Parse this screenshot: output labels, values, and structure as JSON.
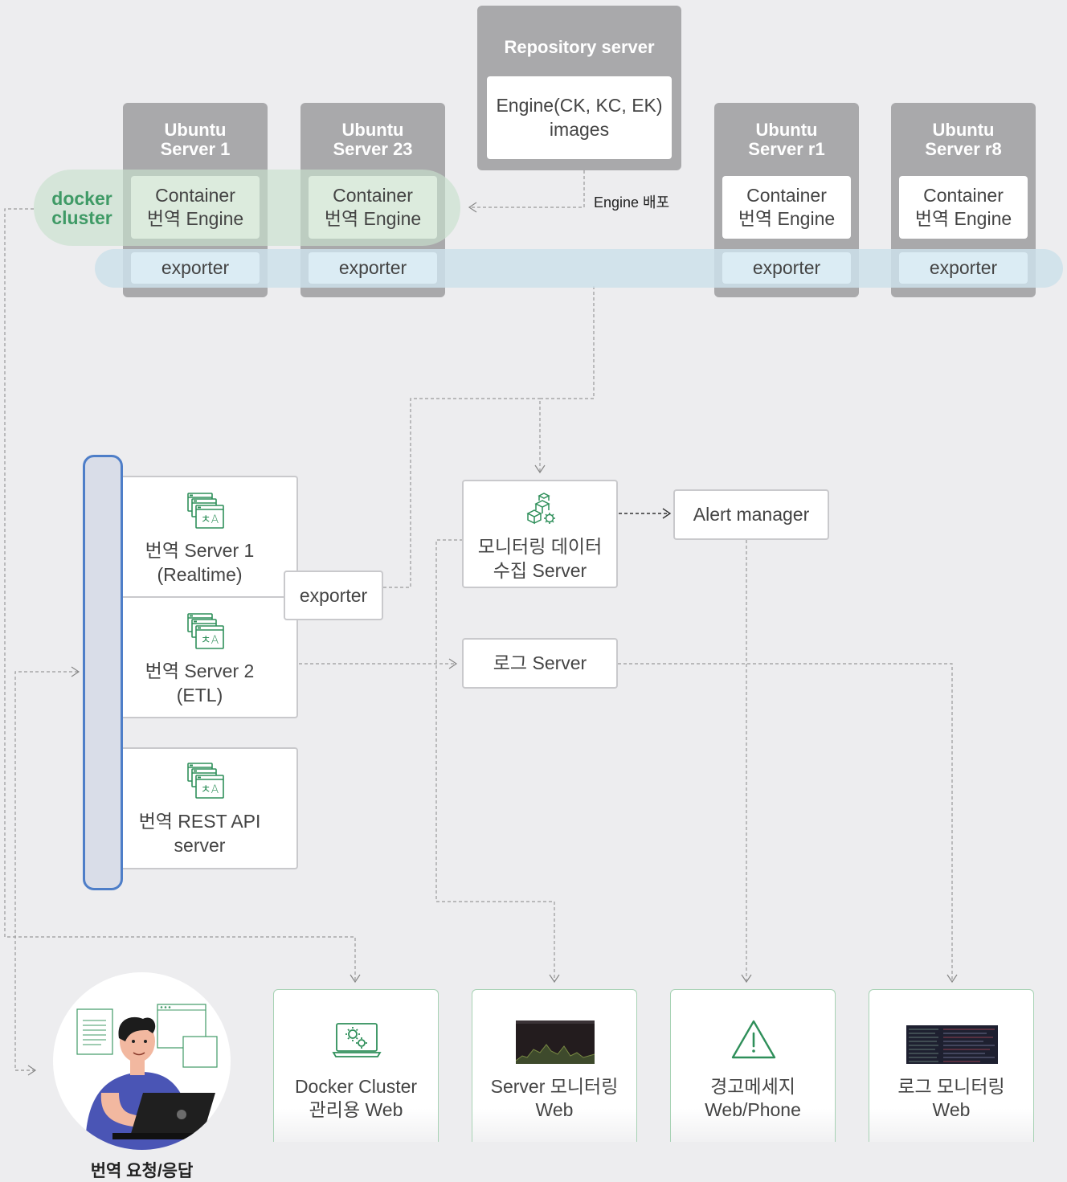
{
  "repository": {
    "title": "Repository server",
    "content_line1": "Engine(CK, KC, EK)",
    "content_line2": "images",
    "deploy_label": "Engine 배포"
  },
  "docker_cluster": {
    "line1": "docker",
    "line2": "cluster"
  },
  "servers": [
    {
      "title_line1": "Ubuntu",
      "title_line2": "Server 1",
      "container_line1": "Container",
      "container_line2": "번역 Engine",
      "exporter": "exporter"
    },
    {
      "title_line1": "Ubuntu",
      "title_line2": "Server 23",
      "container_line1": "Container",
      "container_line2": "번역 Engine",
      "exporter": "exporter"
    },
    {
      "title_line1": "Ubuntu",
      "title_line2": "Server r1",
      "container_line1": "Container",
      "container_line2": "번역 Engine",
      "exporter": "exporter"
    },
    {
      "title_line1": "Ubuntu",
      "title_line2": "Server r8",
      "container_line1": "Container",
      "container_line2": "번역 Engine",
      "exporter": "exporter"
    }
  ],
  "translation_servers": [
    {
      "line1": "번역 Server 1",
      "line2": "(Realtime)"
    },
    {
      "line1": "번역 Server 2",
      "line2": "(ETL)"
    },
    {
      "line1": "번역 REST API",
      "line2": "server"
    }
  ],
  "exporter_middle": "exporter",
  "monitoring_server": {
    "line1": "모니터링 데이터",
    "line2": "수집 Server"
  },
  "alert_manager": "Alert manager",
  "log_server": "로그 Server",
  "outputs": [
    {
      "line1": "Docker Cluster",
      "line2": "관리용 Web",
      "icon": "laptop-gear-icon"
    },
    {
      "line1": "Server 모니터링",
      "line2": "Web",
      "icon": "monitoring-chart-thumbnail"
    },
    {
      "line1": "경고메세지",
      "line2": "Web/Phone",
      "icon": "warning-icon"
    },
    {
      "line1": "로그 모니터링",
      "line2": "Web",
      "icon": "log-screen-thumbnail"
    }
  ],
  "user": {
    "caption": "번역 요청/응답"
  },
  "colors": {
    "background": "#ededef",
    "panel": "#a9a9ab",
    "docker_green": "#3f9a66",
    "rail_blue": "#4e7ec8",
    "icon_green": "#2f8f5a"
  }
}
